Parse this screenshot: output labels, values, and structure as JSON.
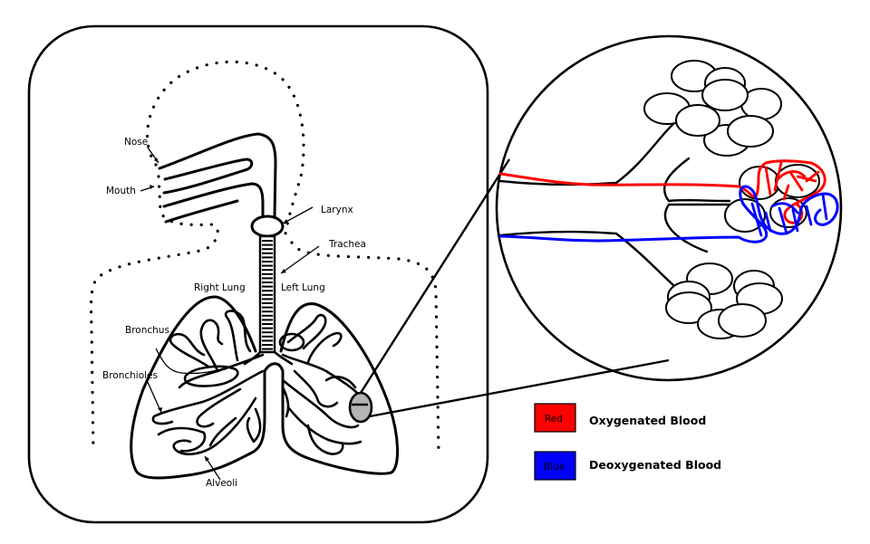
{
  "title": "Human respiratory system with alveoli detail",
  "labels": {
    "nose": "Nose",
    "mouth": "Mouth",
    "larynx": "Larynx",
    "trachea": "Trachea",
    "right_lung": "Right Lung",
    "left_lung": "Left Lung",
    "bronchus": "Bronchus",
    "bronchioles": "Bronchioles",
    "alveoli": "Alveoli"
  },
  "legend": [
    {
      "swatch_text": "Red",
      "label": "Oxygenated Blood",
      "color": "#ff0000"
    },
    {
      "swatch_text": "Blue",
      "label": "Deoxygenated Blood",
      "color": "#0000ff"
    }
  ],
  "colors": {
    "oxygenated": "#ff0000",
    "deoxygenated": "#0000ff",
    "highlight": "#b4b4b4",
    "line": "#000000"
  }
}
